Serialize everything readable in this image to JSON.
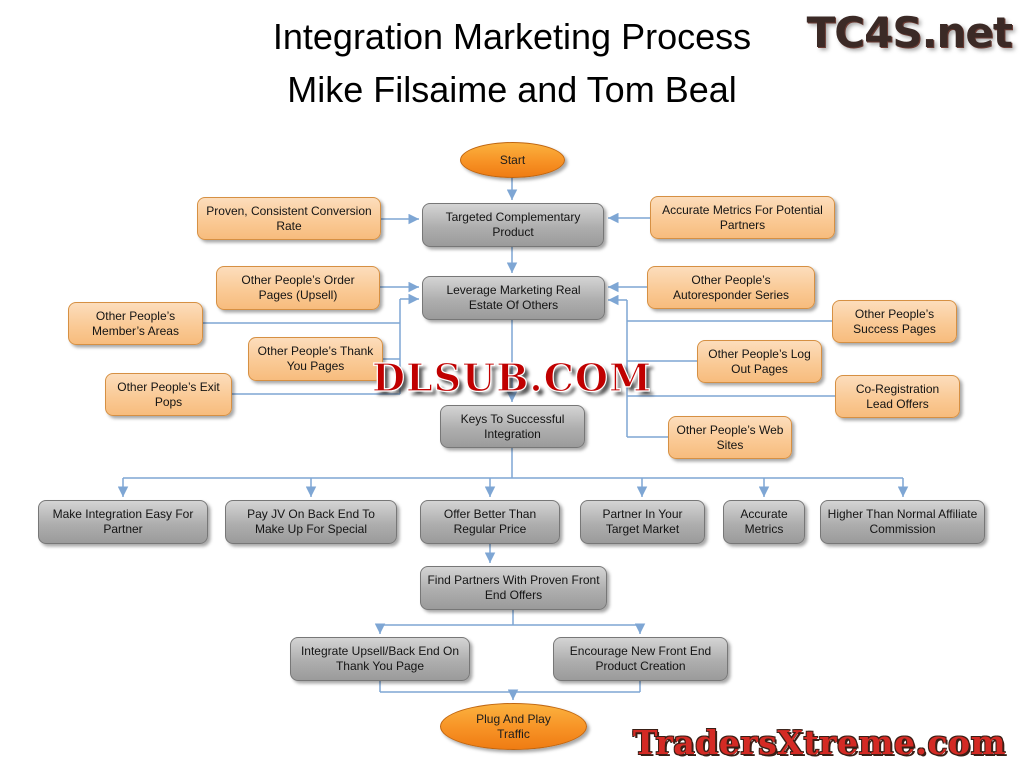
{
  "title": {
    "line1": "Integration Marketing Process",
    "line2": "Mike Filsaime and Tom Beal"
  },
  "watermarks": {
    "top_right_logo": "TC4S.net",
    "center": "DLSUB.COM",
    "bottom_right": "TradersXtreme.com"
  },
  "colors": {
    "orange_node_fill": "#FACA96",
    "orange_node_border": "#D69043",
    "gray_node_fill": "#AEAEAE",
    "gray_node_border": "#777777",
    "terminator_fill": "#F79225",
    "connector_blue": "#7EA6D4",
    "watermark_red": "#C00000"
  },
  "nodes": {
    "start": {
      "label": "Start"
    },
    "targeted_product": {
      "label": "Targeted Complementary Product"
    },
    "proven_conversion": {
      "label": "Proven, Consistent Conversion Rate"
    },
    "accurate_metrics_partners": {
      "label": "Accurate Metrics For Potential Partners"
    },
    "leverage_estate": {
      "label": "Leverage Marketing Real Estate Of Others"
    },
    "order_pages": {
      "label": "Other People’s Order Pages (Upsell)"
    },
    "members_areas": {
      "label": "Other People’s Member’s Areas"
    },
    "thank_you_pages": {
      "label": "Other People’s Thank You Pages"
    },
    "exit_pops": {
      "label": "Other People’s Exit Pops"
    },
    "autoresponder_series": {
      "label": "Other People’s Autoresponder Series"
    },
    "success_pages": {
      "label": "Other People’s Success Pages"
    },
    "log_out_pages": {
      "label": "Other People’s Log Out Pages"
    },
    "co_registration": {
      "label": "Co-Registration Lead Offers"
    },
    "web_sites": {
      "label": "Other People’s Web Sites"
    },
    "keys_integration": {
      "label": "Keys To Successful Integration"
    },
    "make_easy": {
      "label": "Make Integration Easy For Partner"
    },
    "pay_jv": {
      "label": "Pay JV On Back End To Make Up For Special"
    },
    "offer_better": {
      "label": "Offer Better Than Regular Price"
    },
    "partner_market": {
      "label": "Partner In Your Target Market"
    },
    "accurate_metrics": {
      "label": "Accurate Metrics"
    },
    "higher_commission": {
      "label": "Higher Than Normal Affiliate Commission"
    },
    "find_partners": {
      "label": "Find Partners With Proven Front End Offers"
    },
    "integrate_upsell": {
      "label": "Integrate Upsell/Back End On Thank You Page"
    },
    "encourage_creation": {
      "label": "Encourage New Front End  Product Creation"
    },
    "plug_play": {
      "label": "Plug And Play Traffic"
    }
  }
}
